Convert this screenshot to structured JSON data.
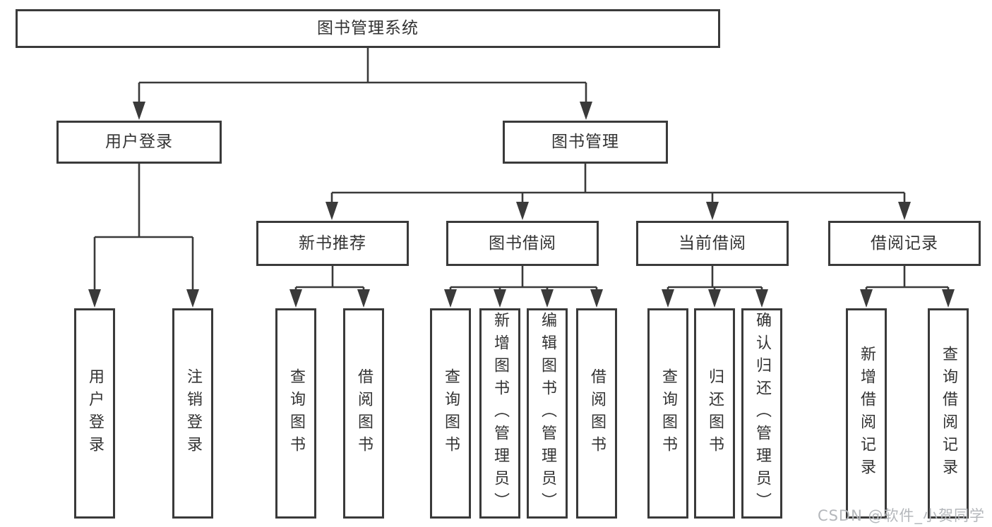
{
  "tree": {
    "root": "图书管理系统",
    "level2": [
      {
        "label": "用户登录",
        "children": [
          {
            "label": "用户登录"
          },
          {
            "label": "注销登录"
          }
        ]
      },
      {
        "label": "图书管理",
        "sections": [
          {
            "label": "新书推荐",
            "children": [
              {
                "label": "查询图书"
              },
              {
                "label": "借阅图书"
              }
            ]
          },
          {
            "label": "图书借阅",
            "children": [
              {
                "label": "查询图书"
              },
              {
                "label": "新增图书（管理员）"
              },
              {
                "label": "编辑图书（管理员）"
              },
              {
                "label": "借阅图书"
              }
            ]
          },
          {
            "label": "当前借阅",
            "children": [
              {
                "label": "查询图书"
              },
              {
                "label": "归还图书"
              },
              {
                "label": "确认归还（管理员）"
              }
            ]
          },
          {
            "label": "借阅记录",
            "children": [
              {
                "label": "新增借阅记录"
              },
              {
                "label": "查询借阅记录"
              }
            ]
          }
        ]
      }
    ]
  },
  "watermark": "CSDN @软件_小贺同学",
  "colors": {
    "line": "#3a3a3a",
    "box_border": "#3a3a3a",
    "text": "#333333",
    "watermark": "#b4b7bb",
    "background": "#ffffff"
  }
}
